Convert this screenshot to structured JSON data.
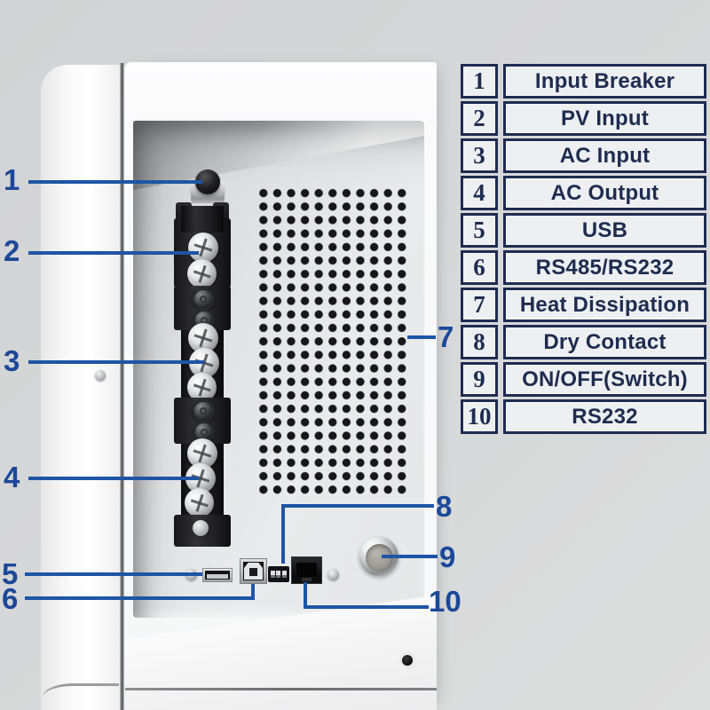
{
  "colors": {
    "accent_blue": "#1e55a6",
    "navy": "#1e2c50",
    "background": "#d5d6d7"
  },
  "legend": {
    "rows": [
      {
        "num": "1",
        "label": "Input Breaker"
      },
      {
        "num": "2",
        "label": "PV Input"
      },
      {
        "num": "3",
        "label": "AC Input"
      },
      {
        "num": "4",
        "label": "AC Output"
      },
      {
        "num": "5",
        "label": "USB"
      },
      {
        "num": "6",
        "label": "RS485/RS232"
      },
      {
        "num": "7",
        "label": "Heat Dissipation"
      },
      {
        "num": "8",
        "label": "Dry Contact"
      },
      {
        "num": "9",
        "label": "ON/OFF(Switch)"
      },
      {
        "num": "10",
        "label": "RS232"
      }
    ]
  },
  "callouts": {
    "c1": "1",
    "c2": "2",
    "c3": "3",
    "c4": "4",
    "c5": "5",
    "c6": "6",
    "c7": "7",
    "c8": "8",
    "c9": "9",
    "c10": "10"
  }
}
